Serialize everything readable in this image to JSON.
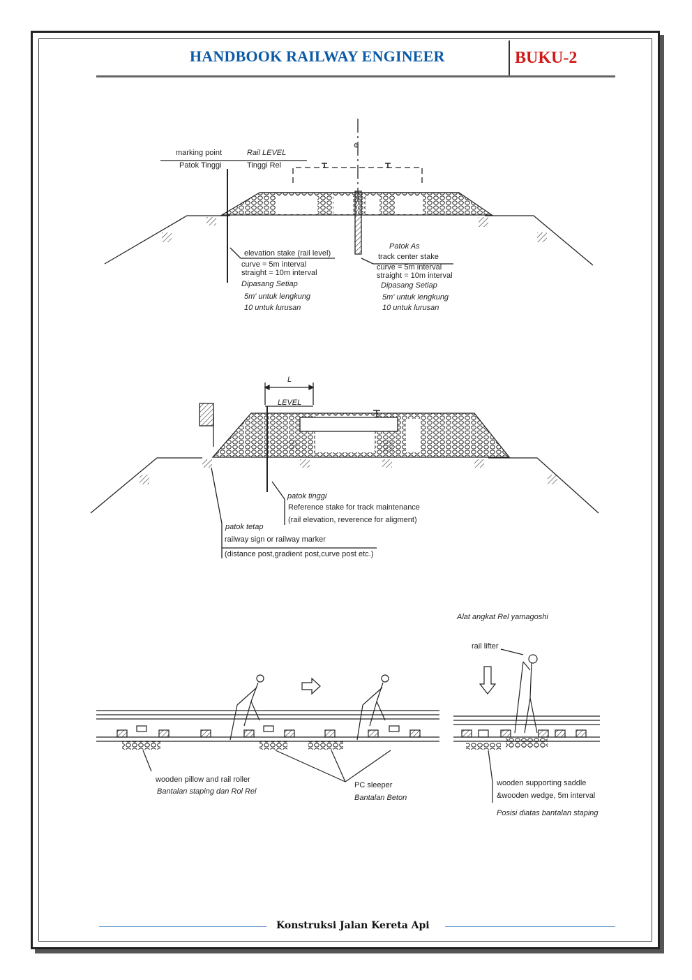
{
  "header": {
    "title": "HANDBOOK RAILWAY ENGINEER",
    "badge": "BUKU-2"
  },
  "footer": {
    "text": "Konstruksi Jalan Kereta Api"
  },
  "colors": {
    "title": "#0b5aa6",
    "badge": "#d11a1a",
    "footer_rule": "#6b9bd1"
  },
  "diagram1": {
    "centerline_mark": "¢",
    "marking_point": "marking point",
    "patok_tinggi": "Patok Tinggi",
    "rail_level": "Rail LEVEL",
    "tinggi_rel": "Tinggi Rel",
    "elevation_stake": "elevation stake (rail level)",
    "left_curve": "curve = 5m interval",
    "left_straight": "straight = 10m interval",
    "left_dipasang": "Dipasang Setiap",
    "left_5m": "5m' untuk lengkung",
    "left_10": "10 untuk lurusan",
    "patok_as": "Patok As",
    "track_center": "track center stake",
    "right_curve": "curve = 5m interval",
    "right_straight": "straight = 10m interval",
    "right_dipasang": "Dipasang Setiap",
    "right_5m": "5m' untuk lengkung",
    "right_10": "10 untuk lurusan"
  },
  "diagram2": {
    "dim_label": "L",
    "level": "LEVEL",
    "patok_tinggi": "patok tinggi",
    "reference_stake": "Reference stake for track maintenance",
    "rail_elevation": "(rail elevation, reverence for aligment)",
    "patok_tetap": "patok tetap",
    "railway_sign": "railway sign or railway marker",
    "distance_post": "(distance post,gradient post,curve post etc.)"
  },
  "diagram3": {
    "alat_angkat": "Alat angkat Rel yamagoshi",
    "rail_lifter": "rail lifter",
    "wooden_pillow": "wooden pillow and rail roller",
    "bantalan_staping": "Bantalan staping dan Rol Rel",
    "pc_sleeper": "PC sleeper",
    "bantalan_beton": "Bantalan Beton",
    "wooden_saddle": "wooden supporting saddle",
    "wooden_wedge": "&wooden wedge, 5m interval",
    "posisi": "Posisi diatas bantalan staping"
  }
}
